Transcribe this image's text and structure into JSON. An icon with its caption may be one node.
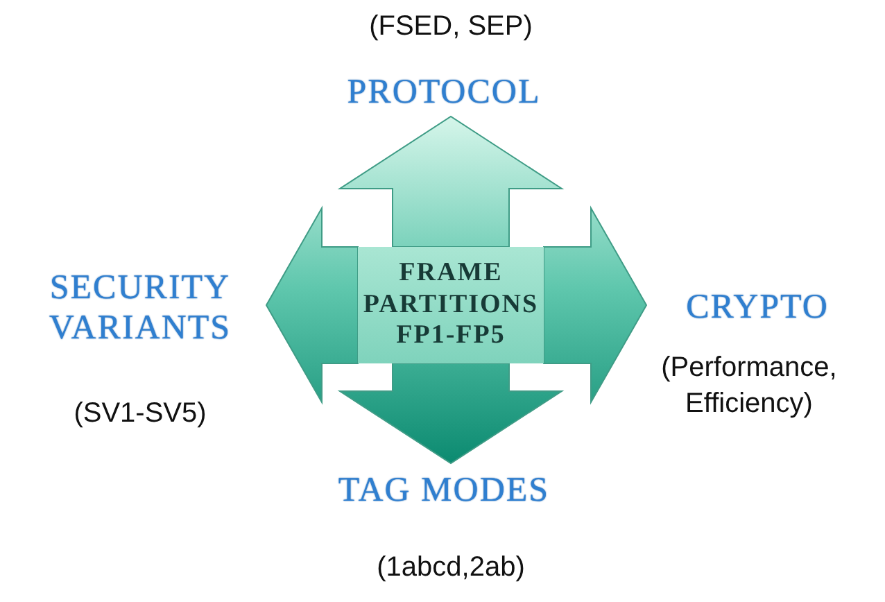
{
  "diagram": {
    "nodes": [
      {
        "text": [
          "PROTOCOL"
        ],
        "beside": [
          "(FSED, SEP)"
        ]
      },
      {
        "text": [
          "SECURITY VARIANTS"
        ],
        "beside": [
          "(SV1-SV5)"
        ]
      },
      {
        "text": [
          "FRAME PARTITIONS FP1-FP5"
        ]
      },
      {
        "text": [
          "CRYPTO"
        ],
        "beside": [
          "(Performance, Efficiency)"
        ]
      },
      {
        "text": [
          "TAG MODES"
        ],
        "beside": [
          "(1abcd,2ab)"
        ]
      }
    ],
    "edges": [
      {
        "from": 2,
        "to": 0,
        "arrow": "to",
        "style": "thick"
      },
      {
        "from": 2,
        "to": 1,
        "arrow": "to",
        "style": "thick"
      },
      {
        "from": 2,
        "to": 3,
        "arrow": "to",
        "style": "thick"
      },
      {
        "from": 2,
        "to": 4,
        "arrow": "to",
        "style": "thick"
      }
    ]
  }
}
